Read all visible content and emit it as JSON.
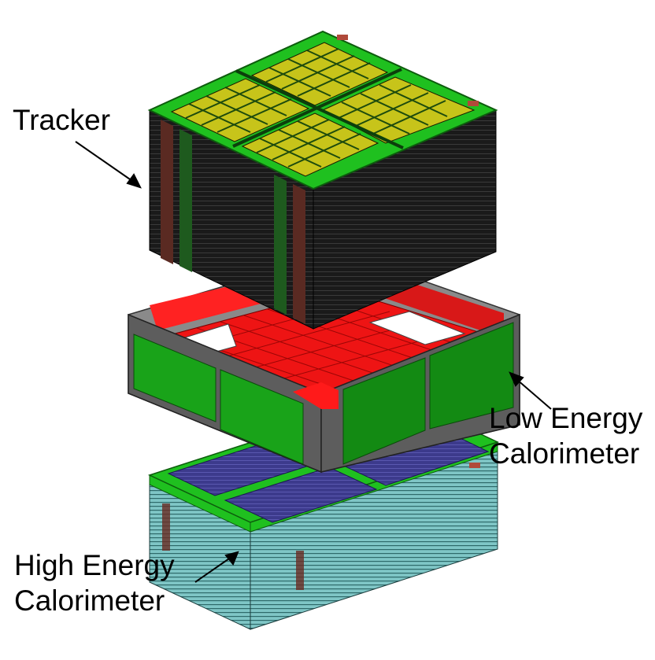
{
  "labels": {
    "tracker": "Tracker",
    "low_energy_line1": "Low Energy",
    "low_energy_line2": "Calorimeter",
    "high_energy_line1": "High Energy",
    "high_energy_line2": "Calorimeter"
  },
  "colors": {
    "frame_green": "#1fc01f",
    "frame_dark_green": "#138a13",
    "tracker_tile": "#c7c41a",
    "tracker_body": "#141414",
    "strap_brown": "#5a2a22",
    "crystal_red": "#ee1111",
    "wall_green": "#19a319",
    "wall_frame": "#6a6a6a",
    "hec_tile": "#3c3a8c",
    "hec_side": "#7fc6c6"
  }
}
